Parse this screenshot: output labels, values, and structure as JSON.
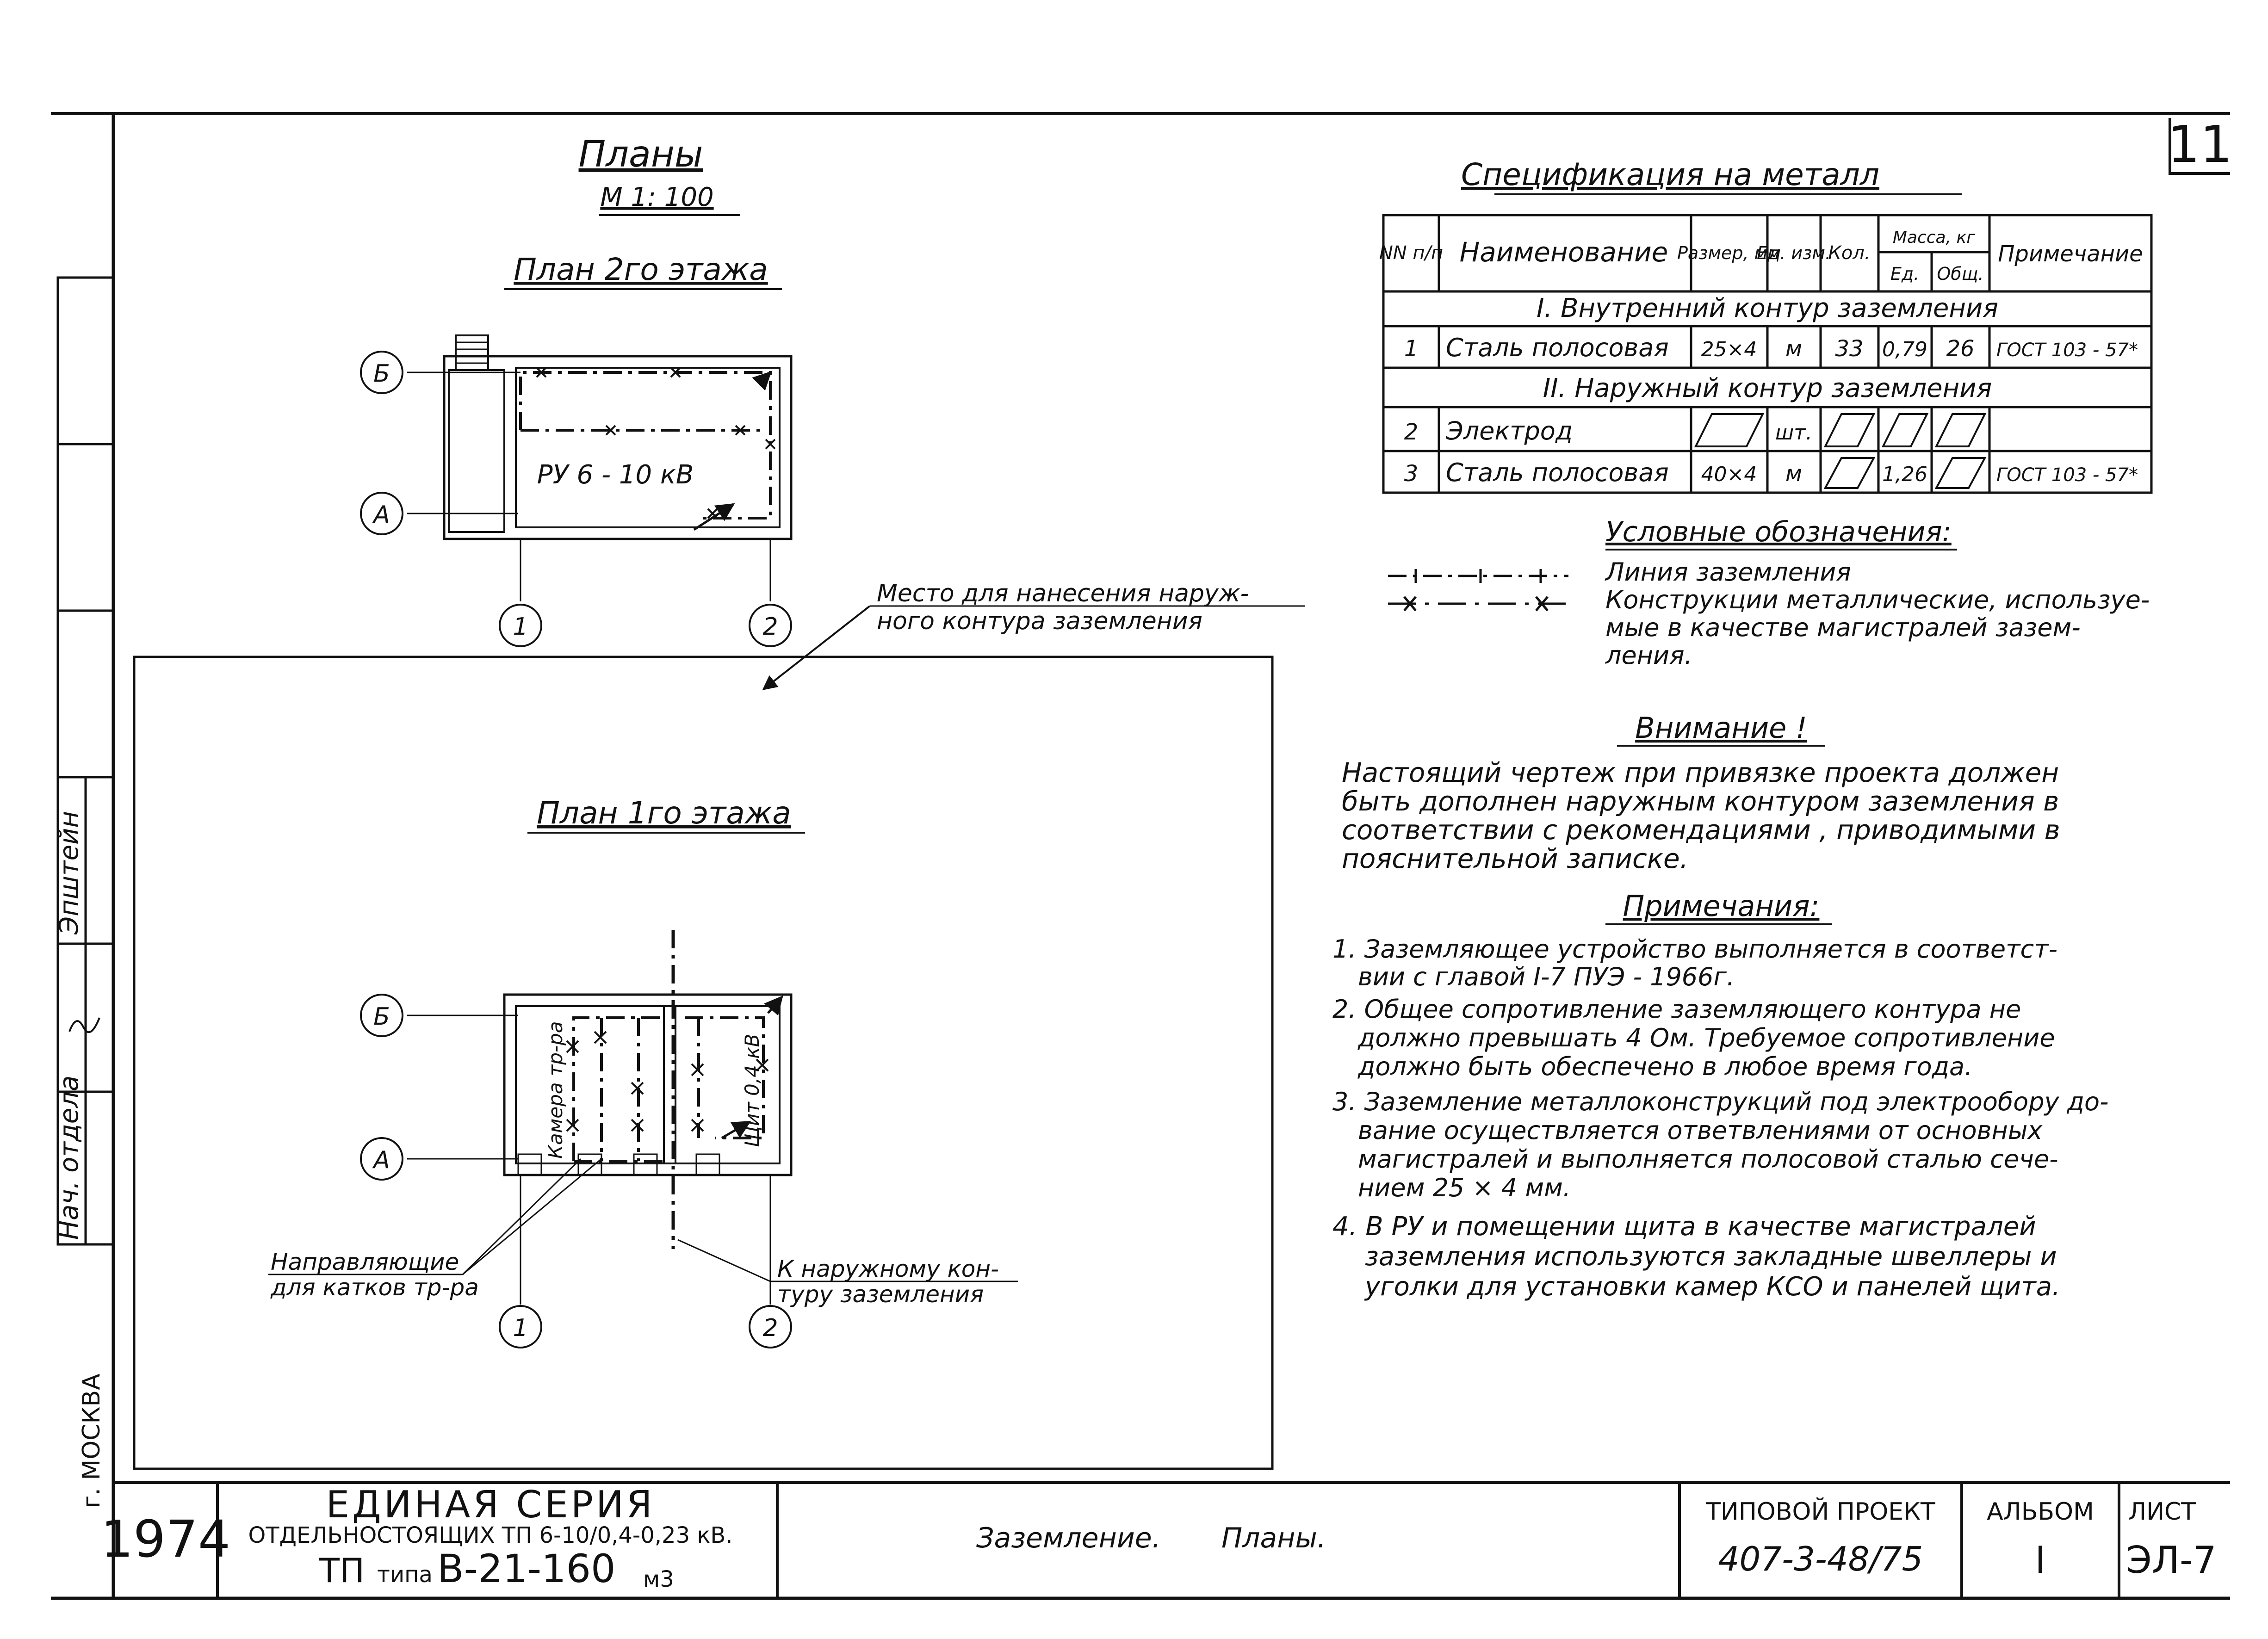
{
  "sheet_number": "11",
  "plans": {
    "title": "Планы",
    "scale": "М 1: 100",
    "floor2_title": "План 2го этажа",
    "floor2_room": "РУ 6 - 10 кВ",
    "floor1_title": "План 1го этажа",
    "floor1_chamber": "Камера тр-ра",
    "floor1_panel": "Щит 0,4 кВ",
    "axis_b": "Б",
    "axis_a": "А",
    "axis_1": "1",
    "axis_2": "2",
    "outer_contour_callout_line1": "Место для нанесения наруж-",
    "outer_contour_callout_line2": "ного контура заземления",
    "rails_line1": "Направляющие",
    "rails_line2": "для катков тр-ра",
    "to_outer_line1": "К наружному кон-",
    "to_outer_line2": "туру заземления"
  },
  "spec": {
    "title": "Спецификация на металл",
    "headers": {
      "num": "NN п/п",
      "name": "Наименование",
      "size": "Размер, мм",
      "unit": "Ед. изм.",
      "qty": "Кол.",
      "mass": "Масса, кг",
      "mass_unit": "Ед.",
      "mass_total": "Общ.",
      "note": "Примечание"
    },
    "section1": "I. Внутренний контур заземления",
    "section2": "II. Наружный контур заземления",
    "rows": [
      {
        "num": "1",
        "name": "Сталь полосовая",
        "size": "25×4",
        "unit": "м",
        "qty": "33",
        "mass_unit": "0,79",
        "mass_total": "26",
        "note": "ГОСТ 103 - 57*"
      },
      {
        "num": "2",
        "name": "Электрод",
        "size": "",
        "unit": "шт.",
        "qty": "",
        "mass_unit": "",
        "mass_total": "",
        "note": ""
      },
      {
        "num": "3",
        "name": "Сталь полосовая",
        "size": "40×4",
        "unit": "м",
        "qty": "",
        "mass_unit": "1,26",
        "mass_total": "",
        "note": "ГОСТ 103 - 57*"
      }
    ]
  },
  "legend": {
    "title": "Условные обозначения:",
    "item1": "Линия заземления",
    "item2_line1": "Конструкции металлические, используе-",
    "item2_line2": "мые в качестве магистралей зазем-",
    "item2_line3": "ления."
  },
  "attention": {
    "title": "Внимание !",
    "line1": "Настоящий чертеж при привязке проекта должен",
    "line2": "быть дополнен наружным контуром заземления в",
    "line3": "соответствии с рекомендациями , приводимыми в",
    "line4": "пояснительной записке."
  },
  "notes": {
    "title": "Примечания:",
    "n1_l1": "1. Заземляющее устройство выполняется в соответст-",
    "n1_l2": "вии с главой I-7 ПУЭ - 1966г.",
    "n2_l1": "2. Общее сопротивление заземляющего контура не",
    "n2_l2": "должно превышать 4 Ом. Требуемое сопротивление",
    "n2_l3": "должно быть обеспечено в любое время года.",
    "n3_l1": "3. Заземление металлоконструкций под электрообору до-",
    "n3_l2": "вание осуществляется ответвлениями от основных",
    "n3_l3": "магистралей и выполняется полосовой сталью сече-",
    "n3_l4": "нием 25 × 4 мм.",
    "n4_l1": "4. В РУ и помещении щита в качестве магистралей",
    "n4_l2": "заземления используются закладные швеллеры и",
    "n4_l3": "уголки для установки камер КСО и панелей щита."
  },
  "side_stamp": {
    "signer": "Эпштейн",
    "dept_head": "Нач. отдела",
    "city": "г. МОСКВА"
  },
  "title_block": {
    "year": "1974",
    "series_line1": "ЕДИНАЯ СЕРИЯ",
    "series_line2": "ОТДЕЛЬНОСТОЯЩИХ ТП 6-10/0,4-0,23 кВ.",
    "series_line3_a": "ТП",
    "series_line3_b": "типа",
    "series_line3_c": "В-21-160",
    "series_line3_d": "м3",
    "drawing_name_a": "Заземление.",
    "drawing_name_b": "Планы.",
    "project_label": "ТИПОВОЙ ПРОЕКТ",
    "project_value": "407-3-48/75",
    "album_label": "АЛЬБОМ",
    "album_value": "I",
    "sheet_label": "ЛИСТ",
    "sheet_value": "ЭЛ-7"
  }
}
